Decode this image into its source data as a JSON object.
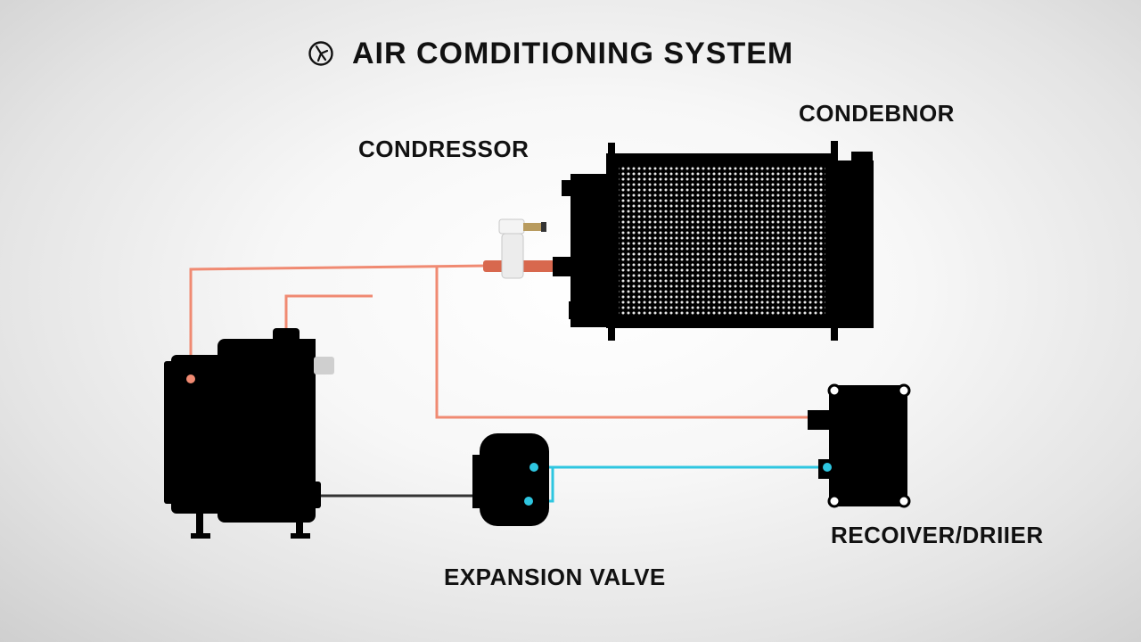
{
  "title": "AIR COMDITIONING SYSTEM",
  "title_icon": "snowflake-fan-icon",
  "labels": {
    "compressor": "CONDRESSOR",
    "condenser": "CONDEBNOR",
    "receiver_drier": "RECOIVER/DRIIER",
    "expansion_valve": "EXPANSION VALVE"
  },
  "colors": {
    "high_pressure_line": "#f08a72",
    "low_pressure_line": "#2ec6e0",
    "suction_line": "#333333",
    "component_fill": "#000000",
    "condenser_mesh": "#e9e9e9"
  }
}
